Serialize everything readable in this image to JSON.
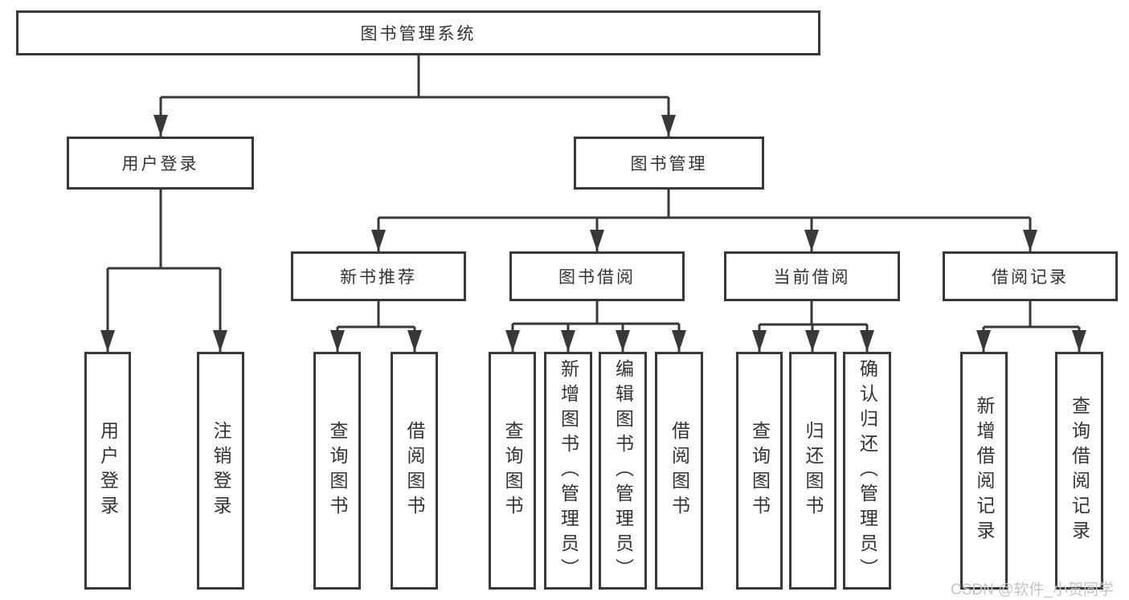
{
  "tree": {
    "label": "图书管理系统",
    "children": [
      {
        "label": "用户登录",
        "children": [
          {
            "label": "用户登录"
          },
          {
            "label": "注销登录"
          }
        ]
      },
      {
        "label": "图书管理",
        "children": [
          {
            "label": "新书推荐",
            "children": [
              {
                "label": "查询图书"
              },
              {
                "label": "借阅图书"
              }
            ]
          },
          {
            "label": "图书借阅",
            "children": [
              {
                "label": "查询图书"
              },
              {
                "label": "新增图书（管理员）"
              },
              {
                "label": "编辑图书（管理员）"
              },
              {
                "label": "借阅图书"
              }
            ]
          },
          {
            "label": "当前借阅",
            "children": [
              {
                "label": "查询图书"
              },
              {
                "label": "归还图书"
              },
              {
                "label": "确认归还（管理员）"
              }
            ]
          },
          {
            "label": "借阅记录",
            "children": [
              {
                "label": "新增借阅记录"
              },
              {
                "label": "查询借阅记录"
              }
            ]
          }
        ]
      }
    ]
  },
  "watermark": "CSDN @软件_小贺同学",
  "colors": {
    "line": "#383838",
    "text": "#333333",
    "watermark_text": "#c4c4c4",
    "background": "#ffffff"
  }
}
